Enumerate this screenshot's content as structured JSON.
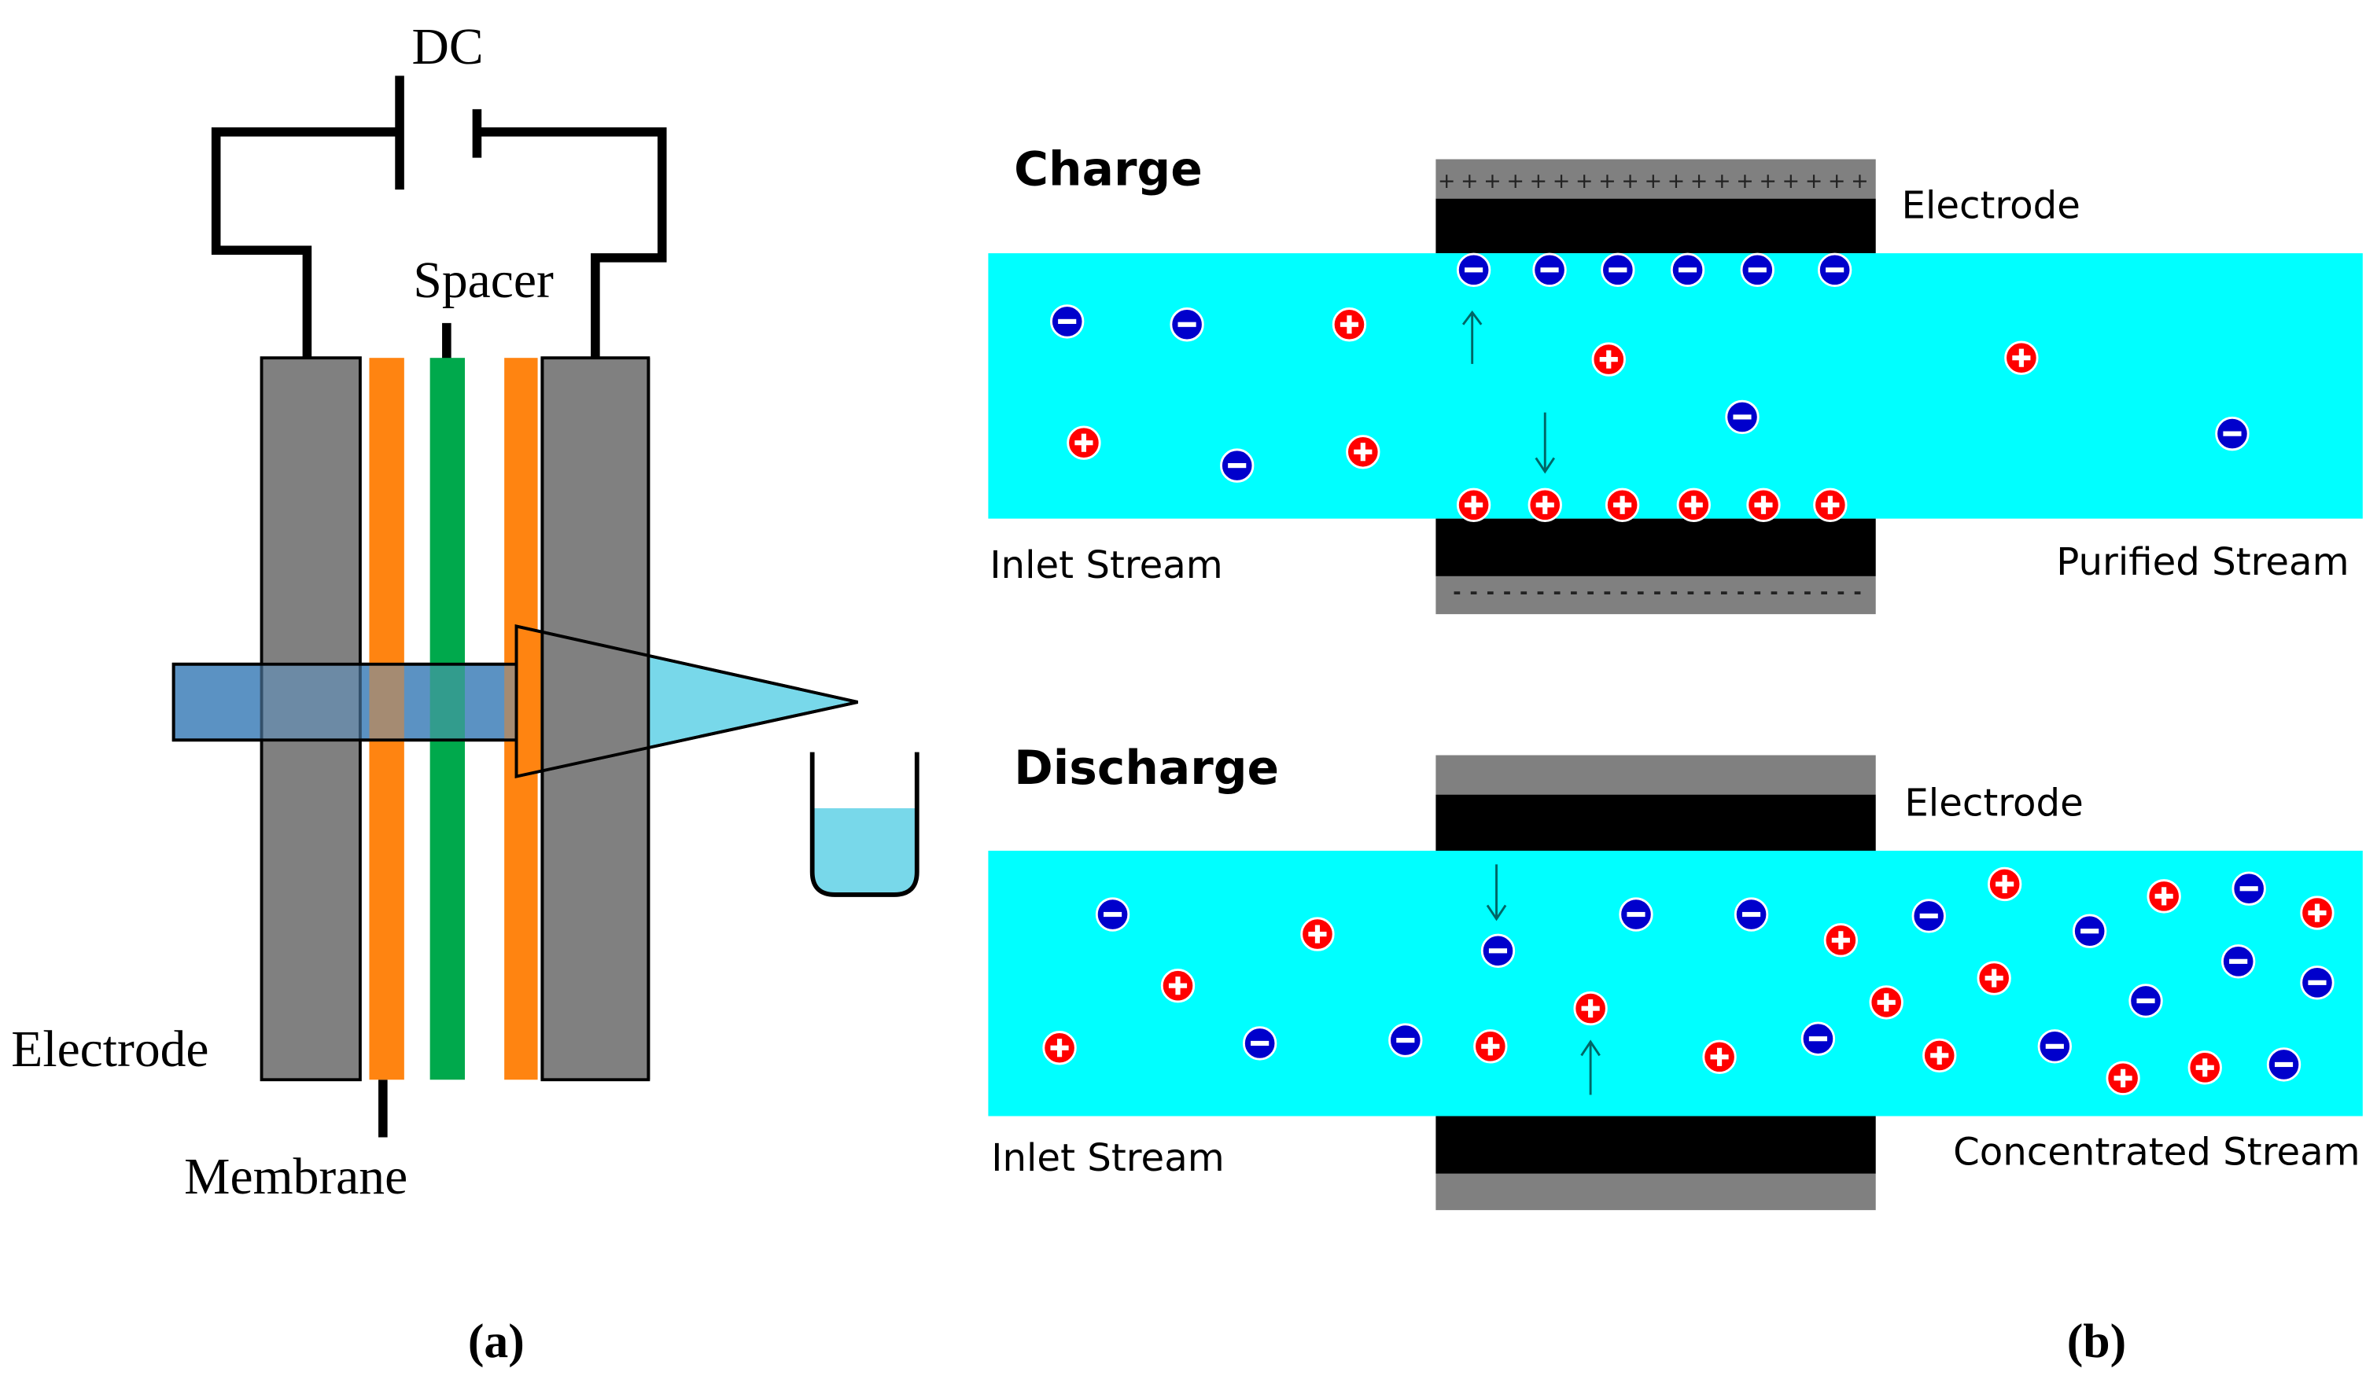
{
  "panel_a": {
    "dc_label": "DC",
    "spacer_label": "Spacer",
    "electrode_label": "Electrode",
    "membrane_label": "Membrane",
    "caption": "(a)",
    "colors": {
      "electrode": "#808080",
      "membrane": "#ff8411",
      "spacer": "#00a94c",
      "inlet_flow": "#5b92c3",
      "outlet_flow": "#78d8ea"
    }
  },
  "panel_b": {
    "charge": {
      "title": "Charge",
      "electrode_label": "Electrode",
      "inlet_label": "Inlet Stream",
      "outlet_label": "Purified Stream",
      "top_electrode_sign": "+",
      "bottom_electrode_sign": "-"
    },
    "discharge": {
      "title": "Discharge",
      "electrode_label": "Electrode",
      "inlet_label": "Inlet Stream",
      "outlet_label": "Concentrated Stream"
    },
    "caption": "(b)",
    "colors": {
      "channel": "#00ffff",
      "anion": "#0000cc",
      "cation": "#ff0000",
      "electrode_body": "#000000",
      "electrode_collector": "#808080"
    }
  }
}
